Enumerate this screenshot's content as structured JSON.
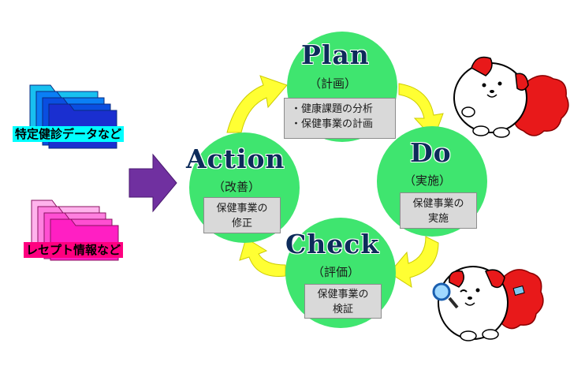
{
  "left_labels": {
    "tokutei": "特定健診データなど",
    "receipt": "レセプト情報など"
  },
  "cycle": {
    "plan": {
      "title": "Plan",
      "sub": "（計画）",
      "lines": [
        "・健康課題の分析",
        "・保健事業の計画"
      ]
    },
    "do": {
      "title": "Do",
      "sub": "（実施）",
      "lines": [
        "保健事業の",
        "実施"
      ]
    },
    "check": {
      "title": "Check",
      "sub": "（評価）",
      "lines": [
        "保健事業の",
        "検証"
      ]
    },
    "action": {
      "title": "Action",
      "sub": "（改善）",
      "lines": [
        "保健事業の",
        "修正"
      ]
    }
  },
  "colors": {
    "circle": "#3fe56f",
    "arrow_cycle": "#ffff33",
    "arrow_input": "#7030a0",
    "folder_blue": "#0a4ee0",
    "folder_pink": "#ff33cc",
    "title_text": "#0d2b5a",
    "mascot_red": "#e8191a"
  },
  "icons": [
    "folder-stack-blue-icon",
    "folder-stack-pink-icon",
    "mascot-dog-icon",
    "magnifier-icon"
  ]
}
